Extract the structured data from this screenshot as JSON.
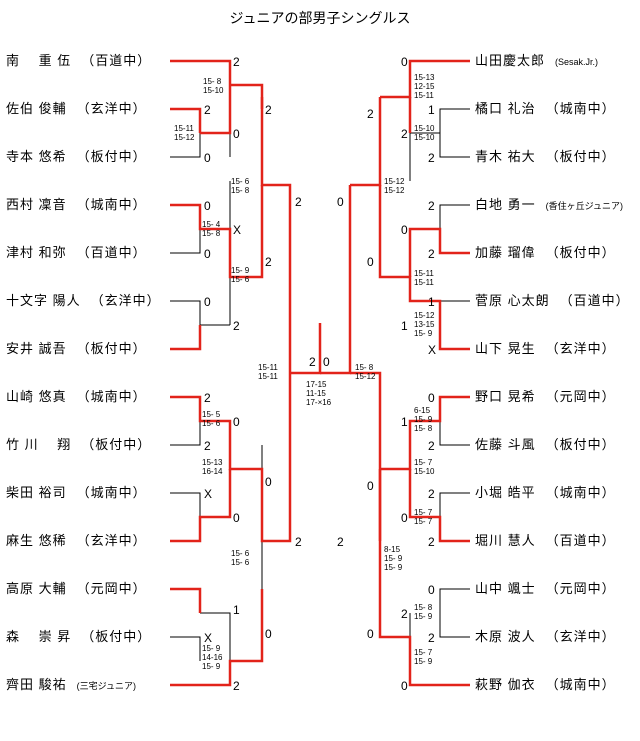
{
  "title": "ジュニアの部男子シングルス",
  "left_players": [
    {
      "name": "南　 重 伍",
      "team": "（百道中）"
    },
    {
      "name": "佐伯 俊輔",
      "team": "（玄洋中）"
    },
    {
      "name": "寺本 悠希",
      "team": "（板付中）"
    },
    {
      "name": "西村 凜音",
      "team": "（城南中）"
    },
    {
      "name": "津村 和弥",
      "team": "（百道中）"
    },
    {
      "name": "十文字 陽人",
      "team": "（玄洋中）"
    },
    {
      "name": "安井 誠吾",
      "team": "（板付中）"
    },
    {
      "name": "山崎 悠真",
      "team": "（城南中）"
    },
    {
      "name": "竹 川　 翔",
      "team": "（板付中）"
    },
    {
      "name": "柴田 裕司",
      "team": "（城南中）"
    },
    {
      "name": "麻生 悠稀",
      "team": "（玄洋中）"
    },
    {
      "name": "高原 大輔",
      "team": "（元岡中）"
    },
    {
      "name": "森　 崇 昇",
      "team": "（板付中）"
    },
    {
      "name": "齊田 駿祐",
      "team": "(三宅ジュニア)"
    }
  ],
  "right_players": [
    {
      "name": "山田慶太郎",
      "team": "(Sesak.Jr.)"
    },
    {
      "name": "橘口 礼治",
      "team": "（城南中）"
    },
    {
      "name": "青木 祐大",
      "team": "（板付中）"
    },
    {
      "name": "白地 勇一",
      "team": "(香住ヶ丘ジュニア)"
    },
    {
      "name": "加藤 瑠偉",
      "team": "（板付中）"
    },
    {
      "name": "菅原 心太朗",
      "team": "（百道中）"
    },
    {
      "name": "山下 晃生",
      "team": "（玄洋中）"
    },
    {
      "name": "野口 晃希",
      "team": "（元岡中）"
    },
    {
      "name": "佐藤 斗風",
      "team": "（板付中）"
    },
    {
      "name": "小堀 皓平",
      "team": "（城南中）"
    },
    {
      "name": "堀川 慧人",
      "team": "（百道中）"
    },
    {
      "name": "山中 颯士",
      "team": "（元岡中）"
    },
    {
      "name": "木原 波人",
      "team": "（玄洋中）"
    },
    {
      "name": "萩野 伽衣",
      "team": "（城南中）"
    }
  ],
  "game_counts": [
    "2",
    "2",
    "0",
    "0",
    "2",
    "2",
    "0",
    "X",
    "0",
    "2",
    "0",
    "2",
    "2",
    "0",
    "2",
    "0",
    "X",
    "0",
    "1",
    "X",
    "2",
    "0",
    "2",
    "2",
    "0",
    "0",
    "1",
    "2",
    "2",
    "2",
    "0",
    "2",
    "0",
    "2",
    "1",
    "0",
    "1",
    "X",
    "0",
    "1",
    "2",
    "0",
    "2",
    "2",
    "0",
    "2",
    "0",
    "2",
    "0",
    "0",
    "2",
    "0",
    "1",
    "2",
    "0",
    "2",
    "2",
    "0"
  ],
  "scores": [
    "15- 8\n15-10",
    "15-11\n15-12",
    "15- 6\n15- 8",
    "15- 4\n15- 8",
    "15- 9\n15- 6",
    "15- 5\n15- 6",
    "15-13\n16-14",
    "15- 6\n15- 6",
    "15- 9\n14-16\n15- 9",
    "15-11\n15-11",
    "17-15\n11-15\n17-×16",
    "15-13\n12-15\n15-11",
    "15-10\n15-10",
    "15-12\n15-12",
    "15-11\n15-11",
    "15-12\n13-15\n15- 9",
    "15- 8\n15-12",
    "6-15\n15- 9\n15- 8",
    "15- 7\n15-10",
    "15- 7\n15- 7",
    "8-15\n15- 9\n15- 9",
    "15- 8\n15- 9",
    "15- 7\n15- 9"
  ],
  "colors": {
    "win": "#e2231a",
    "line": "#000000"
  }
}
